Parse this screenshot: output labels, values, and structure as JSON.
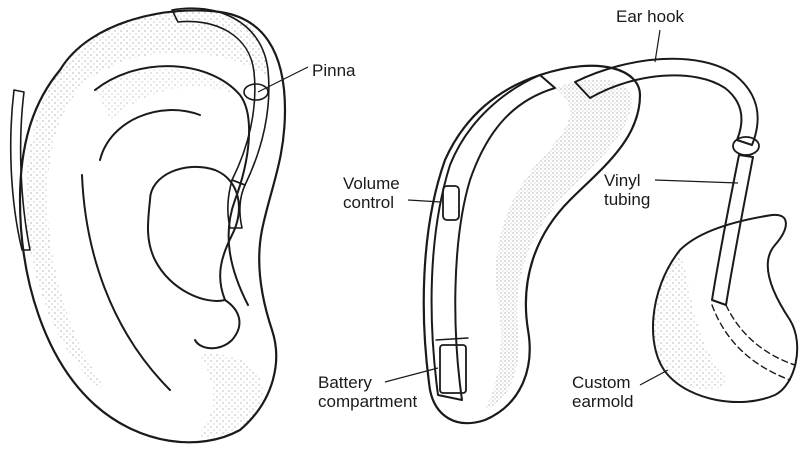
{
  "colors": {
    "device_pink": "#f2c9d6",
    "tube_pink": "#f0bccd",
    "skin_shade": "#d8d8d8",
    "ink": "#1a1a1a",
    "background": "#ffffff"
  },
  "labels": {
    "pinna": "Pinna",
    "ear_hook": "Ear hook",
    "volume_line1": "Volume",
    "volume_line2": "control",
    "vinyl_line1": "Vinyl",
    "vinyl_line2": "tubing",
    "battery_line1": "Battery",
    "battery_line2": "compartment",
    "earmold_line1": "Custom",
    "earmold_line2": "earmold"
  }
}
